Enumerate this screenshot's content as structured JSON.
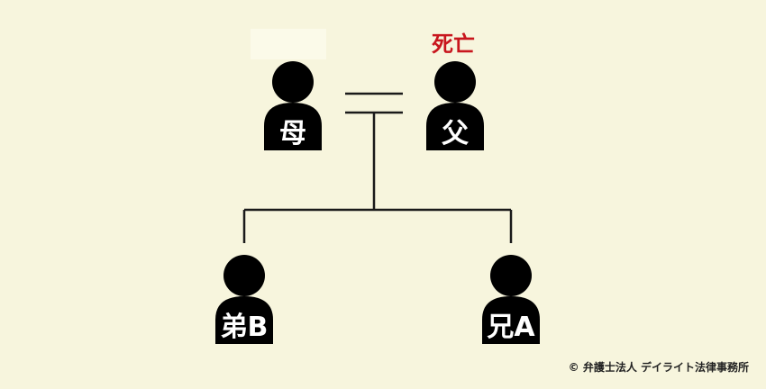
{
  "colors": {
    "background": "#f7f5dd",
    "figure": "#000000",
    "line": "#1a1a1a",
    "deceased_label": "#c8161d",
    "blank_label_box": "#fbfae9"
  },
  "people": {
    "mother": {
      "label": "母",
      "icon": "person-silhouette-icon"
    },
    "father": {
      "label": "父",
      "status": "死亡",
      "icon": "person-silhouette-icon"
    },
    "younger_brother": {
      "label": "弟B",
      "icon": "person-silhouette-icon"
    },
    "older_brother": {
      "label": "兄A",
      "icon": "person-silhouette-icon"
    }
  },
  "relations": {
    "marriage": "double-line",
    "children_of": [
      "mother",
      "father"
    ]
  },
  "copyright": "© 弁護士法人 デイライト法律事務所"
}
